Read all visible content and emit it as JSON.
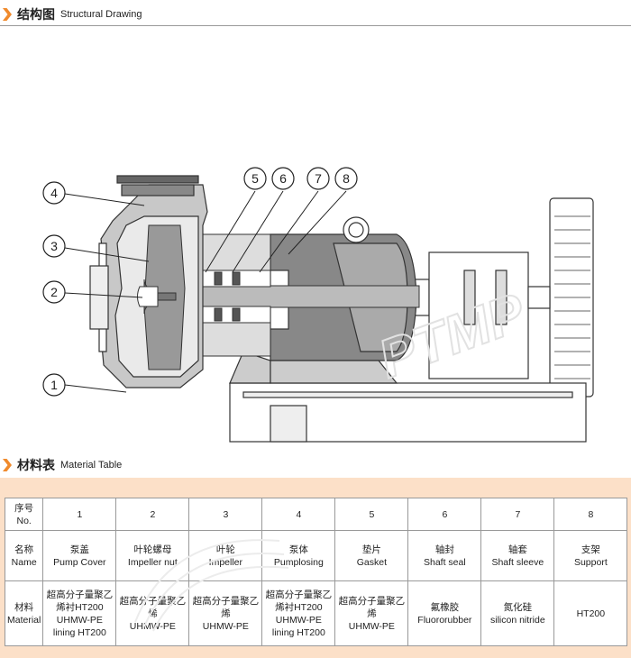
{
  "structure_section": {
    "title_cn": "结构图",
    "title_en": "Structural Drawing"
  },
  "callouts": [
    "1",
    "2",
    "3",
    "4",
    "5",
    "6",
    "7",
    "8"
  ],
  "watermark": "PTMP",
  "material_section": {
    "title_cn": "材料表",
    "title_en": "Material Table"
  },
  "material_table": {
    "row_headers": {
      "no": {
        "cn": "序号",
        "en": "No."
      },
      "name": {
        "cn": "名称",
        "en": "Name"
      },
      "material": {
        "cn": "材料",
        "en": "Material"
      }
    },
    "parts": [
      {
        "no": "1",
        "name_cn": "泵盖",
        "name_en": "Pump Cover",
        "mat_cn": "超高分子量聚乙烯衬HT200",
        "mat_en": "UHMW-PE lining HT200"
      },
      {
        "no": "2",
        "name_cn": "叶轮螺母",
        "name_en": "Impeller nut",
        "mat_cn": "超高分子量聚乙烯",
        "mat_en": "UHMW-PE"
      },
      {
        "no": "3",
        "name_cn": "叶轮",
        "name_en": "Impeller",
        "mat_cn": "超高分子量聚乙烯",
        "mat_en": "UHMW-PE"
      },
      {
        "no": "4",
        "name_cn": "泵体",
        "name_en": "Pumplosing",
        "mat_cn": "超高分子量聚乙烯衬HT200",
        "mat_en": "UHMW-PE lining HT200"
      },
      {
        "no": "5",
        "name_cn": "垫片",
        "name_en": "Gasket",
        "mat_cn": "超高分子量聚乙烯",
        "mat_en": "UHMW-PE"
      },
      {
        "no": "6",
        "name_cn": "轴封",
        "name_en": "Shaft seal",
        "mat_cn": "氟橡胶",
        "mat_en": "Fluororubber"
      },
      {
        "no": "7",
        "name_cn": "轴套",
        "name_en": "Shaft sleeve",
        "mat_cn": "氮化硅",
        "mat_en": "silicon nitride"
      },
      {
        "no": "8",
        "name_cn": "支架",
        "name_en": "Support",
        "mat_cn": "",
        "mat_en": "HT200"
      }
    ]
  }
}
